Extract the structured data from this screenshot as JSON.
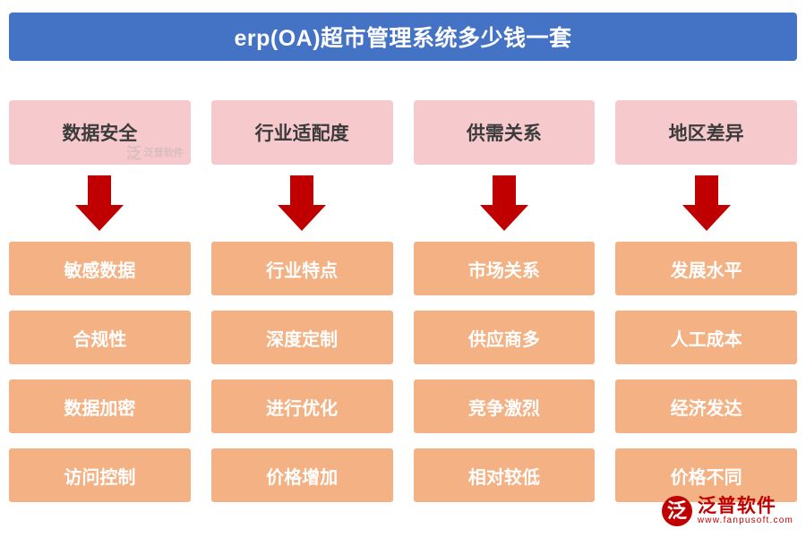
{
  "title": {
    "text": "erp(OA)超市管理系统多少钱一套",
    "background": "#4472C4",
    "color": "#ffffff"
  },
  "theme": {
    "header_bg": "#F6C9CC",
    "item_bg": "#F4B183",
    "arrow_color": "#C00000",
    "item_text_color": "#ffffff",
    "header_text_color": "#3B3B3B"
  },
  "columns": [
    {
      "header": "数据安全",
      "items": [
        "敏感数据",
        "合规性",
        "数据加密",
        "访问控制"
      ]
    },
    {
      "header": "行业适配度",
      "items": [
        "行业特点",
        "深度定制",
        "进行优化",
        "价格增加"
      ]
    },
    {
      "header": "供需关系",
      "items": [
        "市场关系",
        "供应商多",
        "竞争激烈",
        "相对较低"
      ]
    },
    {
      "header": "地区差异",
      "items": [
        "发展水平",
        "人工成本",
        "经济发达",
        "价格不同"
      ]
    }
  ],
  "watermark_small": {
    "mark": "泛",
    "text": "泛普软件"
  },
  "watermark_logo": {
    "mark": "泛",
    "cn": "泛普软件",
    "en": "www.fanpusoft.com"
  }
}
